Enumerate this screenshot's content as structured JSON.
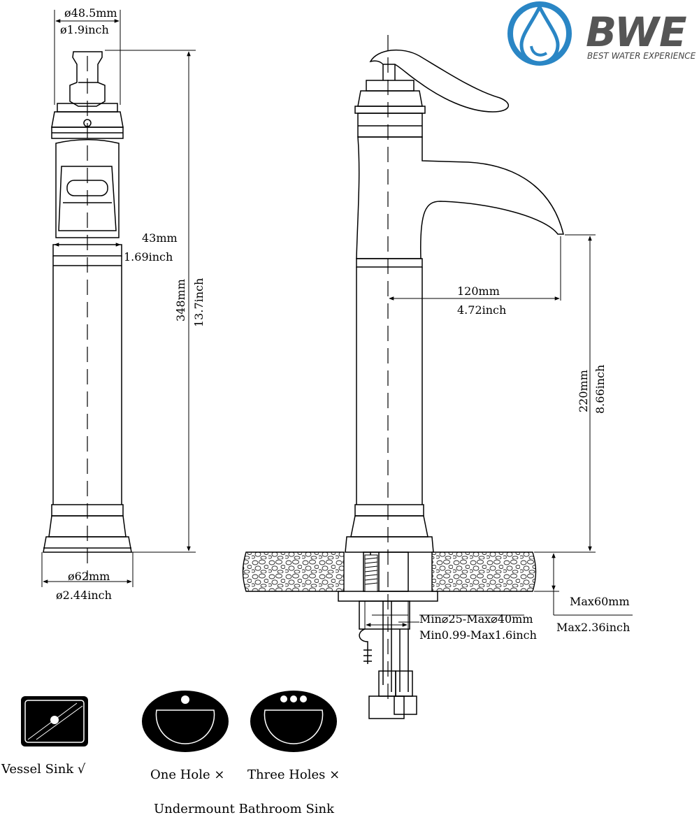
{
  "brand": {
    "name": "BWE",
    "tagline": "BEST WATER EXPERIENCE",
    "color_blue": "#2a86c5",
    "color_dark": "#555555"
  },
  "front_view": {
    "handle_diameter_mm": "ø48.5mm",
    "handle_diameter_inch": "ø1.9inch",
    "neck_mm": "43mm",
    "neck_inch": "1.69inch",
    "height_mm": "348mm",
    "height_inch": "13.7inch",
    "base_mm": "ø62mm",
    "base_inch": "ø2.44inch"
  },
  "side_view": {
    "reach_mm": "120mm",
    "reach_inch": "4.72inch",
    "spout_height_mm": "220mm",
    "spout_height_inch": "8.66inch",
    "deck_thickness_mm": "Max60mm",
    "deck_thickness_inch": "Max2.36inch",
    "hole_mm": "Min⌀25-Max⌀40mm",
    "hole_inch": "Min0.99-Max1.6inch"
  },
  "sinks": {
    "vessel_label": "Vessel Sink √",
    "one_hole_label": "One Hole ×",
    "three_holes_label": "Three Holes ×",
    "undermount_label": "Undermount Bathroom Sink"
  }
}
